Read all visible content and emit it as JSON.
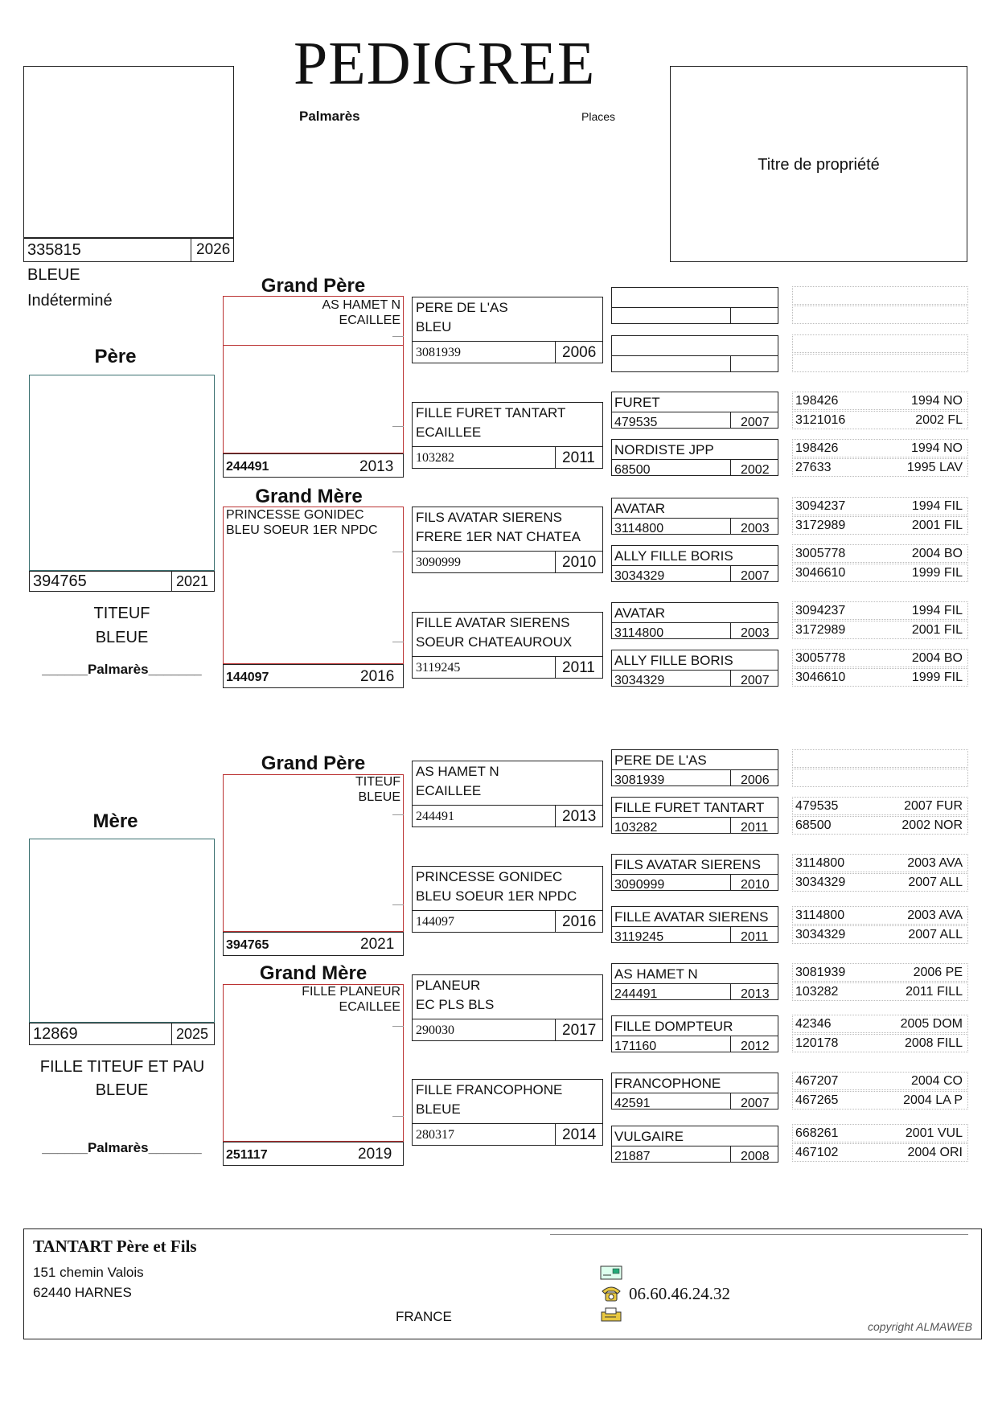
{
  "header": {
    "title": "PEDIGREE",
    "palmares": "Palmarès",
    "places": "Places",
    "titre": "Titre de propriété"
  },
  "subject": {
    "ring": "335815",
    "year": "2026",
    "color": "BLEUE",
    "sex": "Indéterminé"
  },
  "labels": {
    "pere": "Père",
    "mere": "Mère",
    "grand_pere": "Grand Père",
    "grand_mere": "Grand Mère",
    "palmares_line": "______Palmarès_______"
  },
  "pere": {
    "ring": "394765",
    "year": "2021",
    "name": "TITEUF",
    "color": "BLEUE"
  },
  "mere": {
    "ring": "12869",
    "year": "2025",
    "name": "FILLE TITEUF ET PAU",
    "color": "BLEUE"
  },
  "gp1": {
    "line1": "AS HAMET N",
    "line2": "ECAILLEE",
    "ring": "244491",
    "year": "2013"
  },
  "gm1": {
    "line1": "PRINCESSE GONIDEC",
    "line2": "BLEU SOEUR 1ER NPDC",
    "ring": "144097",
    "year": "2016"
  },
  "gp2": {
    "line1": "TITEUF",
    "line2": "BLEUE",
    "ring": "394765",
    "year": "2021"
  },
  "gm2": {
    "line1": "FILLE PLANEUR",
    "line2": "ECAILLEE",
    "ring": "251117",
    "year": "2019"
  },
  "g3": [
    {
      "l1": "PERE DE L'AS",
      "l2": "BLEU",
      "ring": "3081939",
      "year": "2006"
    },
    {
      "l1": "FILLE FURET TANTART",
      "l2": "ECAILLEE",
      "ring": "103282",
      "year": "2011"
    },
    {
      "l1": "FILS AVATAR SIERENS",
      "l2": "FRERE 1ER NAT CHATEA",
      "ring": "3090999",
      "year": "2010"
    },
    {
      "l1": "FILLE AVATAR SIERENS",
      "l2": "SOEUR CHATEAUROUX",
      "ring": "3119245",
      "year": "2011"
    },
    {
      "l1": "AS HAMET N",
      "l2": "ECAILLEE",
      "ring": "244491",
      "year": "2013"
    },
    {
      "l1": "PRINCESSE GONIDEC",
      "l2": "BLEU SOEUR 1ER NPDC",
      "ring": "144097",
      "year": "2016"
    },
    {
      "l1": "PLANEUR",
      "l2": "EC PLS BLS",
      "ring": "290030",
      "year": "2017"
    },
    {
      "l1": "FILLE FRANCOPHONE",
      "l2": "BLEUE",
      "ring": "280317",
      "year": "2014"
    }
  ],
  "g4": [
    {
      "name": "",
      "ring": "",
      "year": ""
    },
    {
      "name": "",
      "ring": "",
      "year": ""
    },
    {
      "name": "FURET",
      "ring": "479535",
      "year": "2007"
    },
    {
      "name": "NORDISTE JPP",
      "ring": "68500",
      "year": "2002"
    },
    {
      "name": "AVATAR",
      "ring": "3114800",
      "year": "2003"
    },
    {
      "name": "ALLY FILLE BORIS",
      "ring": "3034329",
      "year": "2007"
    },
    {
      "name": "AVATAR",
      "ring": "3114800",
      "year": "2003"
    },
    {
      "name": "ALLY FILLE BORIS",
      "ring": "3034329",
      "year": "2007"
    },
    {
      "name": "PERE DE L'AS",
      "ring": "3081939",
      "year": "2006"
    },
    {
      "name": "FILLE FURET TANTART",
      "ring": "103282",
      "year": "2011"
    },
    {
      "name": "FILS AVATAR SIERENS",
      "ring": "3090999",
      "year": "2010"
    },
    {
      "name": "FILLE AVATAR SIERENS",
      "ring": "3119245",
      "year": "2011"
    },
    {
      "name": "AS HAMET N",
      "ring": "244491",
      "year": "2013"
    },
    {
      "name": "FILLE DOMPTEUR",
      "ring": "171160",
      "year": "2012"
    },
    {
      "name": "FRANCOPHONE",
      "ring": "42591",
      "year": "2007"
    },
    {
      "name": "VULGAIRE",
      "ring": "21887",
      "year": "2008"
    }
  ],
  "g5": [
    [
      {
        "ring": "",
        "info": ""
      },
      {
        "ring": "",
        "info": ""
      }
    ],
    [
      {
        "ring": "",
        "info": ""
      },
      {
        "ring": "",
        "info": ""
      }
    ],
    [
      {
        "ring": "198426",
        "info": "1994 NO"
      },
      {
        "ring": "3121016",
        "info": "2002 FL"
      }
    ],
    [
      {
        "ring": "198426",
        "info": "1994 NO"
      },
      {
        "ring": "27633",
        "info": "1995 LAV"
      }
    ],
    [
      {
        "ring": "3094237",
        "info": "1994 FIL"
      },
      {
        "ring": "3172989",
        "info": "2001 FIL"
      }
    ],
    [
      {
        "ring": "3005778",
        "info": "2004 BO"
      },
      {
        "ring": "3046610",
        "info": "1999 FIL"
      }
    ],
    [
      {
        "ring": "3094237",
        "info": "1994 FIL"
      },
      {
        "ring": "3172989",
        "info": "2001 FIL"
      }
    ],
    [
      {
        "ring": "3005778",
        "info": "2004 BO"
      },
      {
        "ring": "3046610",
        "info": "1999 FIL"
      }
    ],
    [
      {
        "ring": "",
        "info": ""
      },
      {
        "ring": "",
        "info": ""
      }
    ],
    [
      {
        "ring": "479535",
        "info": "2007 FUR"
      },
      {
        "ring": "68500",
        "info": "2002 NOR"
      }
    ],
    [
      {
        "ring": "3114800",
        "info": "2003 AVA"
      },
      {
        "ring": "3034329",
        "info": "2007 ALL"
      }
    ],
    [
      {
        "ring": "3114800",
        "info": "2003 AVA"
      },
      {
        "ring": "3034329",
        "info": "2007 ALL"
      }
    ],
    [
      {
        "ring": "3081939",
        "info": "2006 PE"
      },
      {
        "ring": "103282",
        "info": "2011 FILL"
      }
    ],
    [
      {
        "ring": "42346",
        "info": "2005 DOM"
      },
      {
        "ring": "120178",
        "info": "2008 FILL"
      }
    ],
    [
      {
        "ring": "467207",
        "info": "2004 CO"
      },
      {
        "ring": "467265",
        "info": "2004 LA P"
      }
    ],
    [
      {
        "ring": "668261",
        "info": "2001 VUL"
      },
      {
        "ring": "467102",
        "info": "2004 ORI"
      }
    ]
  ],
  "footer": {
    "name": "TANTART Père et Fils",
    "street": "151 chemin Valois",
    "city": "62440 HARNES",
    "country": "FRANCE",
    "phone": "06.60.46.24.32",
    "copyright": "copyright ALMAWEB",
    "icons": [
      "mail-icon",
      "phone-icon",
      "fax-icon"
    ]
  }
}
